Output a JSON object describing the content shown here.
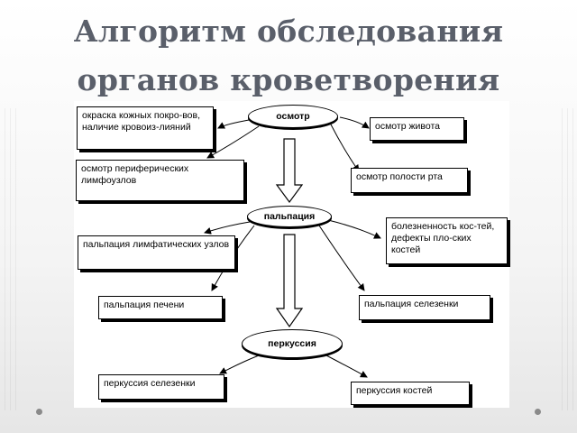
{
  "slide": {
    "title_line_1": "Алгоритм обследования",
    "title_line_2": "органов кроветворения"
  },
  "diagram": {
    "stages": {
      "inspection": "осмотр",
      "palpation": "пальпация",
      "percussion": "перкуссия"
    },
    "boxes": {
      "skin_color": "окраска кожных покро-вов, наличие кровоиз-лияний",
      "abdomen_inspection": "осмотр живота",
      "peripheral_lymph_nodes": "осмотр периферических лимфоузлов",
      "oral_cavity": "осмотр полости рта",
      "bone_tenderness": "болезненность кос-тей, дефекты пло-ских костей",
      "lymph_node_palpation": "пальпация лимфатических узлов",
      "liver_palpation": "пальпация печени",
      "spleen_palpation": "пальпация селезенки",
      "spleen_percussion": "перкуссия селезенки",
      "bone_percussion": "перкуссия костей"
    }
  }
}
